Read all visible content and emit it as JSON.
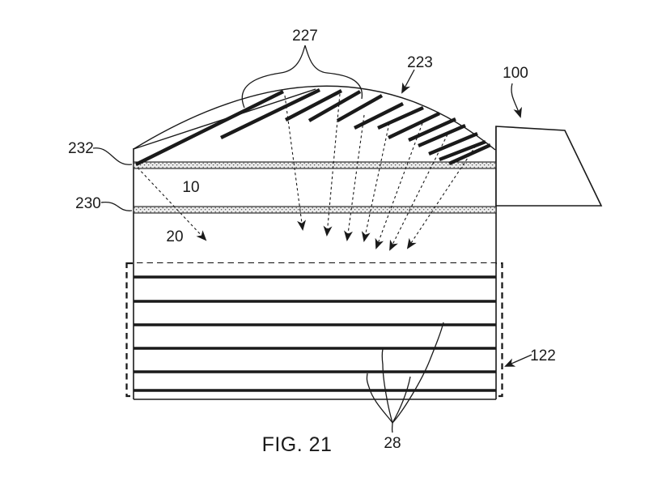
{
  "figure": {
    "caption": "FIG. 21",
    "labels": {
      "ref_227": "227",
      "ref_223": "223",
      "ref_100": "100",
      "ref_232": "232",
      "ref_230": "230",
      "ref_10": "10",
      "ref_20": "20",
      "ref_122": "122",
      "ref_28": "28"
    }
  },
  "colors": {
    "ink": "#1a1a1a",
    "background": "#ffffff",
    "stipple": "#5a5a5a"
  }
}
